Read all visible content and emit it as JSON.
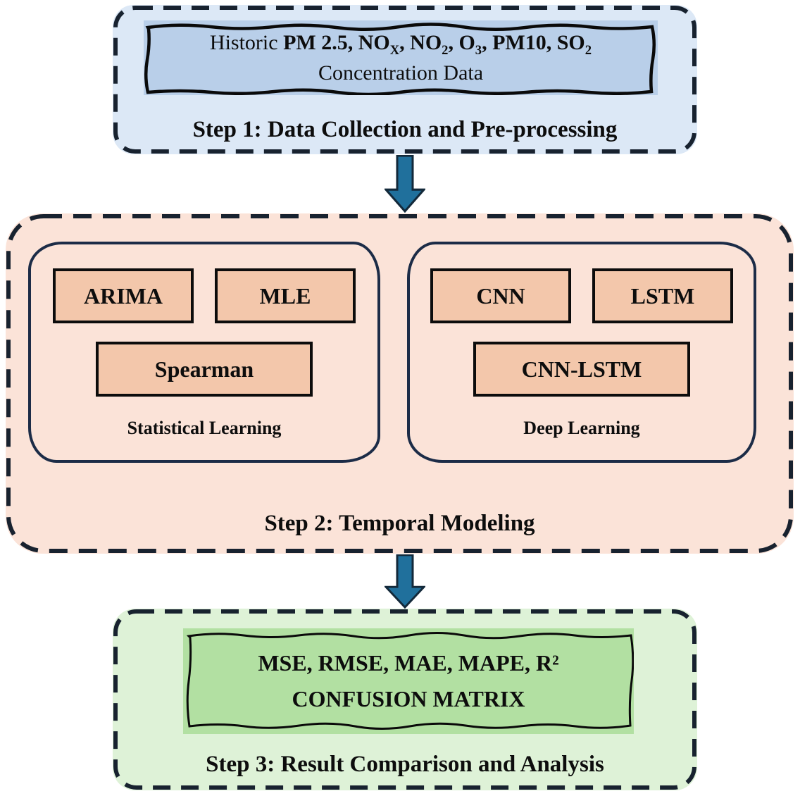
{
  "step1": {
    "label": "Step 1: Data Collection and Pre-processing",
    "box": {
      "line1_parts": [
        "Historic ",
        "PM 2.5, NO",
        "X",
        ", NO",
        "2",
        ", O",
        "3",
        ", PM10, SO",
        "2"
      ],
      "line2": "Concentration Data"
    }
  },
  "step2": {
    "label": "Step 2: Temporal Modeling",
    "groups": [
      {
        "label": "Statistical Learning",
        "boxes": [
          "ARIMA",
          "MLE",
          "Spearman"
        ]
      },
      {
        "label": "Deep Learning",
        "boxes": [
          "CNN",
          "LSTM",
          "CNN-LSTM"
        ]
      }
    ]
  },
  "step3": {
    "label": "Step 3: Result Comparison and Analysis",
    "box": {
      "line1": "MSE, RMSE, MAE, MAPE, R²",
      "line2": "CONFUSION MATRIX"
    }
  },
  "colors": {
    "dash": "#18222f",
    "step1_bg": "#dce8f6",
    "step1_box_bg": "#b9cfe9",
    "step2_bg": "#fbe3d8",
    "model_box_bg": "#f3c7ab",
    "group_border": "#1c2c47",
    "step3_bg": "#def2d7",
    "step3_box_bg": "#b2e0a2",
    "arrow_fill": "#20709c",
    "arrow_stroke": "#13293a",
    "ink": "#0d0d0d"
  }
}
